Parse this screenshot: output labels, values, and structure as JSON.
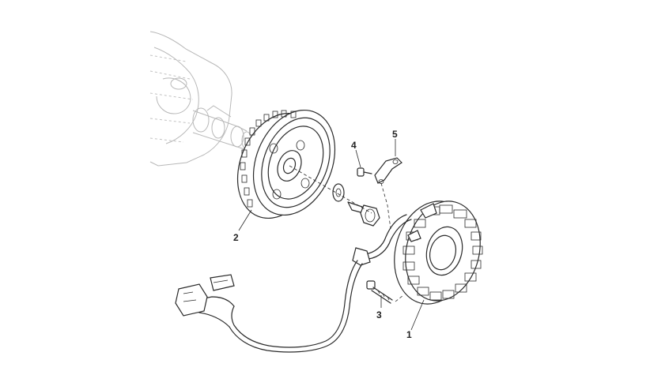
{
  "callouts": {
    "stator": "1",
    "flywheel_rotor": "2",
    "stator_bolt": "3",
    "clamp_screw": "4",
    "wire_clamp": "5"
  }
}
